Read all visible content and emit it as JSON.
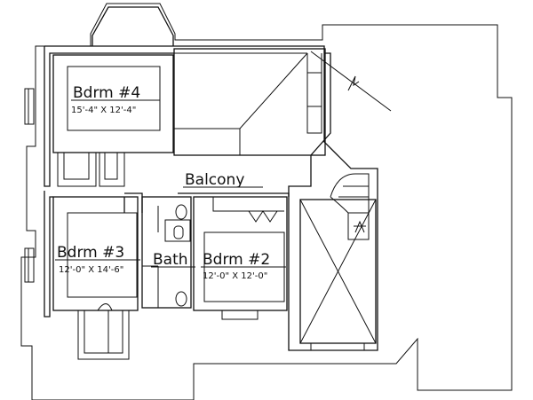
{
  "plan": {
    "rooms": [
      {
        "id": "bdrm4",
        "name": "Bdrm #4",
        "dims": "15'-4\" X 12'-4\""
      },
      {
        "id": "bdrm3",
        "name": "Bdrm #3",
        "dims": "12'-0\" X 14'-6\""
      },
      {
        "id": "bdrm2",
        "name": "Bdrm #2",
        "dims": "12'-0\" X 12'-0\""
      },
      {
        "id": "bath",
        "name": "Bath"
      },
      {
        "id": "balcony",
        "name": "Balcony"
      }
    ]
  }
}
